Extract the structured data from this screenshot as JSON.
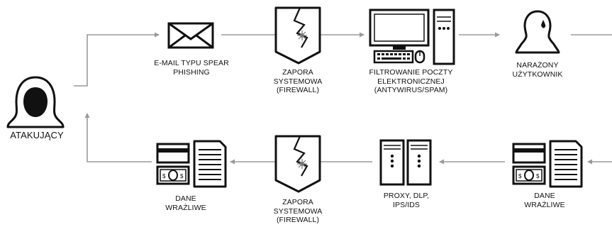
{
  "attacker": {
    "label": "ATAKUJĄCY",
    "icon": "hooded-attacker-icon"
  },
  "top_row": {
    "email": {
      "label": "E-MAIL TYPU SPEAR\nPHISHING",
      "icon": "envelope-icon"
    },
    "firewall": {
      "label": "ZAPORA\nSYSTEMOWA\n(FIREWALL)",
      "icon": "firewall-icon"
    },
    "mail_filter": {
      "label": "FILTROWANIE POCZTY\nELEKTRONICZNEJ\n(ANTYWIRUS/SPAM)",
      "icon": "computer-icon"
    },
    "user": {
      "label": "NARAŻONY\nUŻYTKOWNIK",
      "icon": "user-icon"
    }
  },
  "bottom_row": {
    "data_left": {
      "label": "DANE\nWRAŻLIWE",
      "icon": "sensitive-data-icon"
    },
    "firewall": {
      "label": "ZAPORA\nSYSTEMOWA\n(FIREWALL)",
      "icon": "firewall-icon"
    },
    "proxy": {
      "label": "PROXY, DLP,\nIPS/IDS",
      "icon": "server-icon"
    },
    "data_right": {
      "label": "DANE\nWRAŻLIWE",
      "icon": "sensitive-data-icon"
    }
  },
  "colors": {
    "line": "#9a9a9a",
    "ink": "#111111",
    "firewall_dot": "#777777"
  }
}
